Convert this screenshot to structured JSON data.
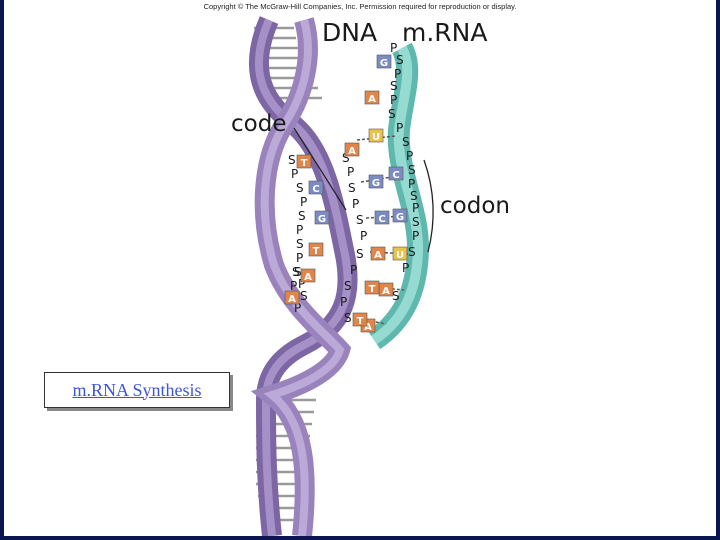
{
  "copyright": "Copyright © The McGraw-Hill Companies, Inc. Permission required for reproduction or display.",
  "labels": {
    "dna": "DNA",
    "mrna": "m.RNA",
    "code": "code",
    "codon": "codon"
  },
  "link": {
    "text": "m.RNA Synthesis"
  },
  "template_strand": {
    "backbone": [
      "S",
      "P",
      "S",
      "P",
      "S",
      "P",
      "S",
      "P",
      "S",
      "P",
      "S"
    ],
    "bases": [
      "T",
      "C",
      "G",
      "T",
      "A",
      "A"
    ]
  },
  "coding_strand": {
    "backbone": [
      "S",
      "P",
      "S",
      "P",
      "S",
      "P",
      "S",
      "P",
      "S",
      "P",
      "S",
      "P",
      "S",
      "P",
      "S"
    ],
    "bases": [
      "A",
      "G",
      "C",
      "A",
      "T",
      "T"
    ]
  },
  "mrna_strand": {
    "backbone": [
      "P",
      "S",
      "P",
      "S",
      "P",
      "S",
      "P",
      "S",
      "P",
      "S",
      "P",
      "S",
      "P",
      "S",
      "P",
      "S",
      "P",
      "S"
    ],
    "bases": [
      "G",
      "A",
      "U",
      "C",
      "G",
      "U",
      "A",
      "A"
    ]
  },
  "colors": {
    "dna_strand": "#9a83bd",
    "dna_strand_dark": "#7d66a4",
    "mrna_strand": "#7fd2c7",
    "base_orange": "#e0864a",
    "base_blue": "#7b8cc4",
    "base_yellow": "#e8c24a"
  }
}
